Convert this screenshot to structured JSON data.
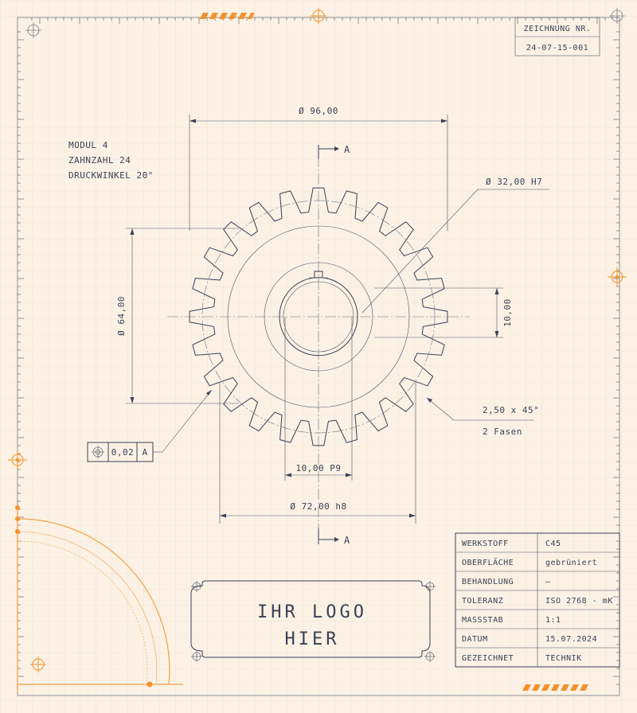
{
  "drawing_number": {
    "label": "ZEICHNUNG NR.",
    "value": "24-07-15-001"
  },
  "specs": [
    "MODUL 4",
    "ZAHNZAHL 24",
    "DRUCKWINKEL 20°"
  ],
  "dims": {
    "outer_dia": "Ø 96,00",
    "bore": "Ø 32,00 H7",
    "pitch_dia": "Ø 64,00",
    "key_height": "10,00",
    "chamfer": "2,50 x 45°",
    "chamfer_note": "2 Fasen",
    "key_width": "10,00 P9",
    "hub_dia": "Ø 72,00 h8"
  },
  "section": {
    "top": "A",
    "bottom": "A"
  },
  "tolerance_frame": {
    "value": "0,02",
    "datum": "A"
  },
  "logo": {
    "line1": "IHR LOGO",
    "line2": "HIER"
  },
  "title_block": [
    {
      "label": "WERKSTOFF",
      "value": "C45"
    },
    {
      "label": "OBERFLÄCHE",
      "value": "gebrüniert"
    },
    {
      "label": "BEHANDLUNG",
      "value": "—"
    },
    {
      "label": "TOLERANZ",
      "value": "ISO 2768 - mK"
    },
    {
      "label": "MASSSTAB",
      "value": "1:1"
    },
    {
      "label": "DATUM",
      "value": "15.07.2024"
    },
    {
      "label": "GEZEICHNET",
      "value": "TECHNIK"
    }
  ],
  "colors": {
    "paper": "#fbf1e4",
    "ink": "#3a4257",
    "accent": "#f0922e"
  },
  "gear": {
    "teeth": 24
  }
}
